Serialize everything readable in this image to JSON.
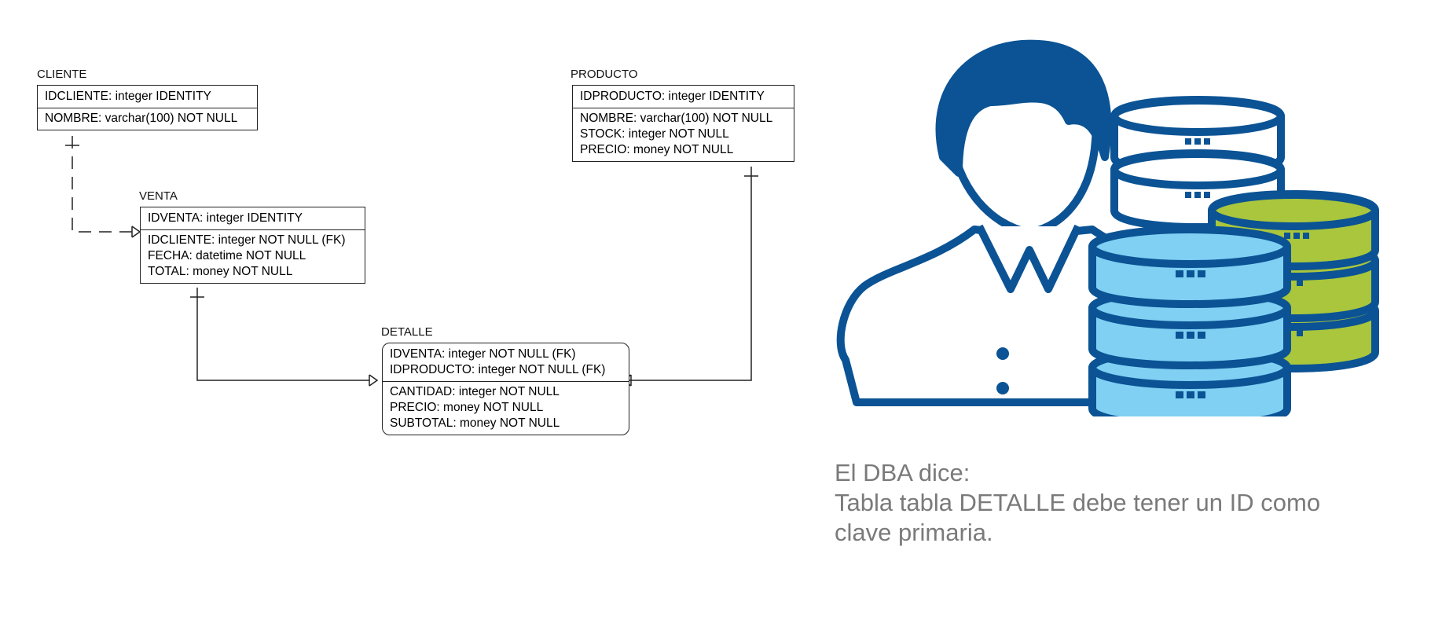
{
  "entities": {
    "cliente": {
      "title": "CLIENTE",
      "pk": [
        "IDCLIENTE: integer IDENTITY"
      ],
      "attrs": [
        "NOMBRE: varchar(100) NOT NULL"
      ]
    },
    "producto": {
      "title": "PRODUCTO",
      "pk": [
        "IDPRODUCTO: integer IDENTITY"
      ],
      "attrs": [
        "NOMBRE: varchar(100) NOT NULL",
        "STOCK: integer NOT NULL",
        "PRECIO: money NOT NULL"
      ]
    },
    "venta": {
      "title": "VENTA",
      "pk": [
        "IDVENTA: integer IDENTITY"
      ],
      "attrs": [
        "IDCLIENTE: integer NOT NULL (FK)",
        "FECHA: datetime NOT NULL",
        "TOTAL: money NOT NULL"
      ]
    },
    "detalle": {
      "title": "DETALLE",
      "pk": [
        "IDVENTA: integer NOT NULL (FK)",
        "IDPRODUCTO: integer NOT NULL (FK)"
      ],
      "attrs": [
        "CANTIDAD: integer NOT NULL",
        "PRECIO: money NOT NULL",
        "SUBTOTAL: money NOT NULL"
      ]
    }
  },
  "note": {
    "line1": "El DBA dice:",
    "line2": "Tabla tabla DETALLE debe tener un ID como",
    "line3": "clave primaria."
  },
  "illustration": {
    "icon": "dba-with-databases-icon",
    "colors": {
      "outline": "#0b5394",
      "blue": "#7fd0f3",
      "green": "#a9c63c",
      "white": "#ffffff"
    }
  }
}
